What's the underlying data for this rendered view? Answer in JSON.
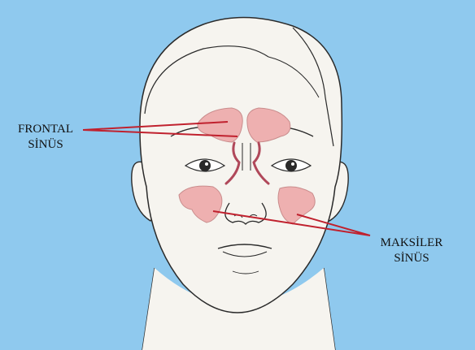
{
  "labels": {
    "frontal_line1": "FRONTAL",
    "frontal_line2": "SİNÜS",
    "maksiler_line1": "MAKSİLER",
    "maksiler_line2": "SİNÜS"
  },
  "colors": {
    "background": "#8fc9ee",
    "skin": "#f6f4ef",
    "outline": "#2a2a2a",
    "sinus_fill": "#eeb0b0",
    "sinus_stroke": "#c98c8c",
    "duct": "#b0485a",
    "pointer_line": "#c0212e"
  },
  "icons": [
    "face-outline",
    "frontal-sinus",
    "maxillary-sinus",
    "ethmoid-duct"
  ]
}
